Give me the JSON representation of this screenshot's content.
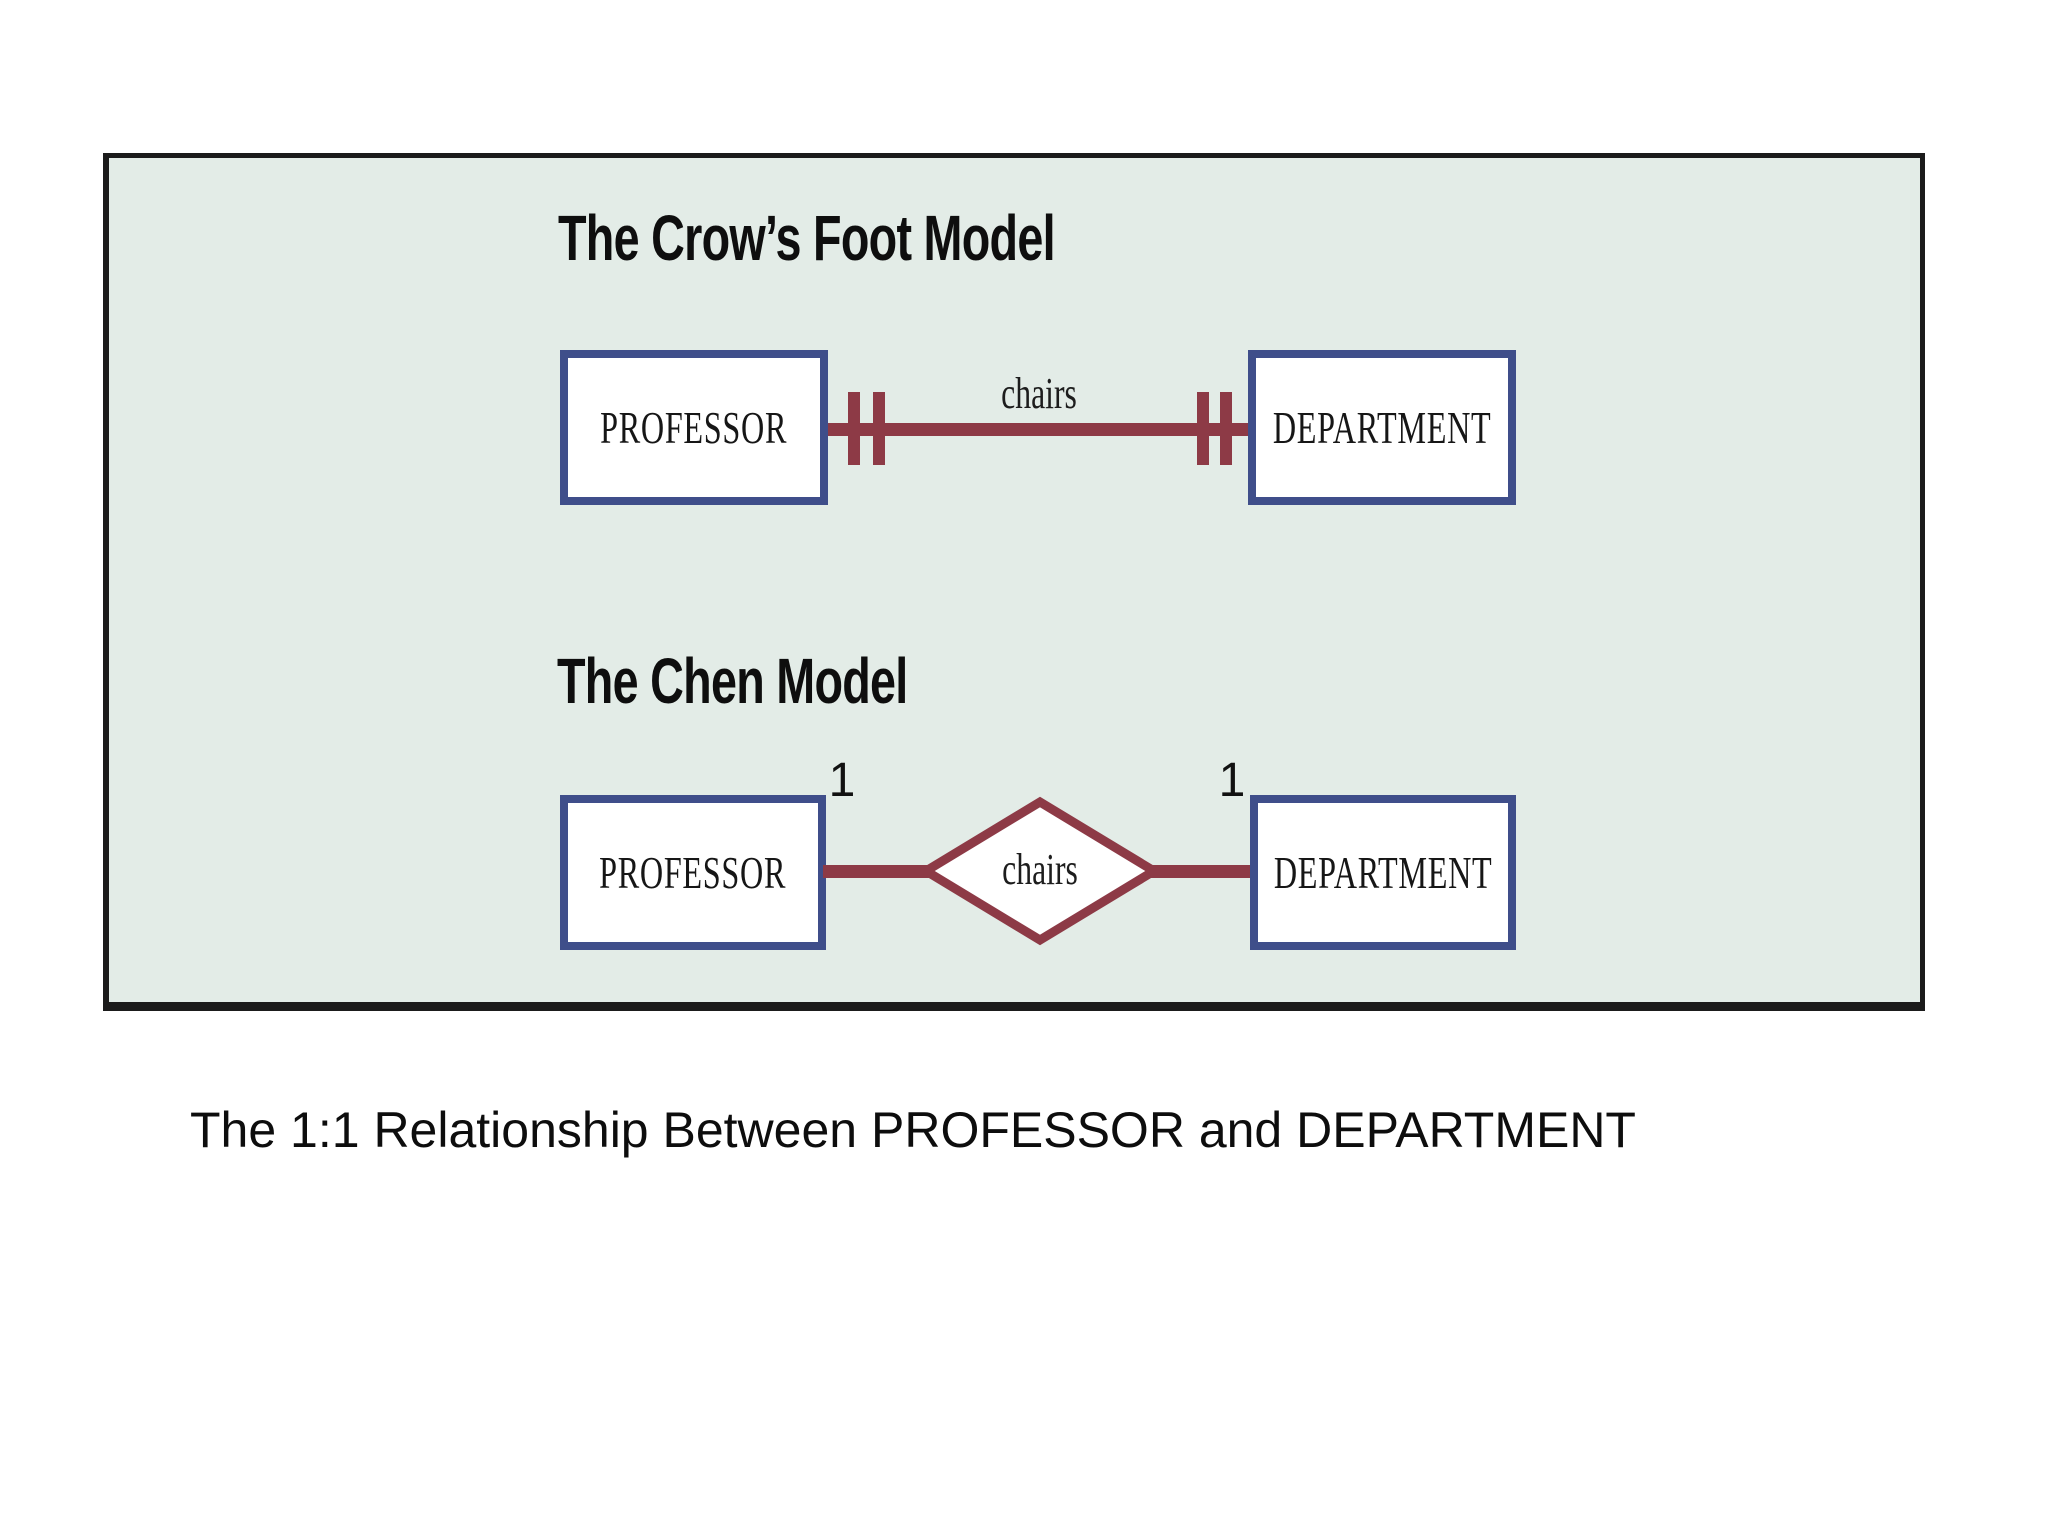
{
  "figure": {
    "crows_foot": {
      "title": "The Crow’s Foot Model",
      "left_entity": "PROFESSOR",
      "right_entity": "DEPARTMENT",
      "relationship_label": "chairs"
    },
    "chen": {
      "title": "The Chen Model",
      "left_entity": "PROFESSOR",
      "right_entity": "DEPARTMENT",
      "relationship_label": "chairs",
      "left_cardinality": "1",
      "right_cardinality": "1"
    },
    "caption": "The 1:1 Relationship Between PROFESSOR and DEPARTMENT",
    "colors": {
      "entity_border": "#3f4e8a",
      "connector": "#8d3a46",
      "panel_bg": "#e3ece7",
      "panel_border": "#1b1b1b",
      "text": "#161616"
    }
  }
}
